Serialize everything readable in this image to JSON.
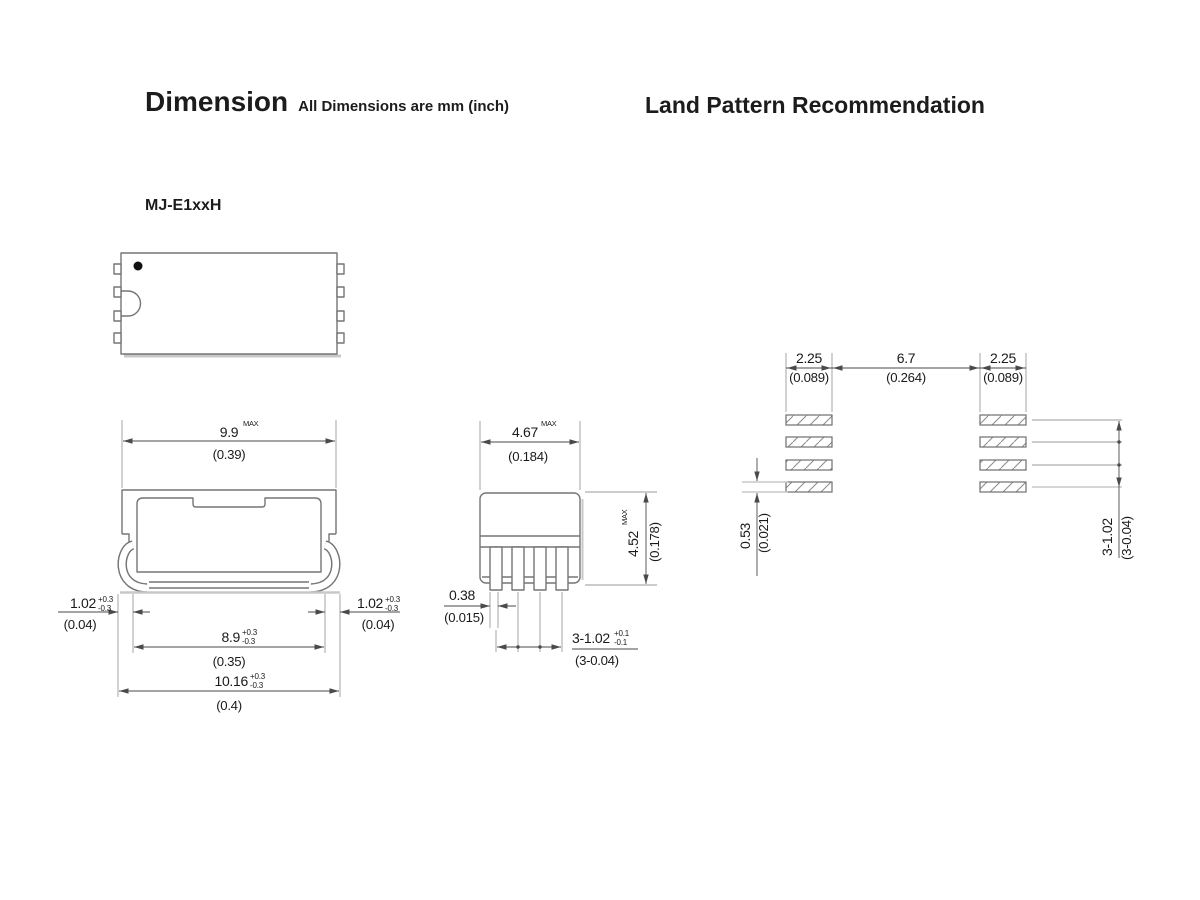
{
  "header": {
    "dimension_title": "Dimension",
    "dimension_subtitle": "All Dimensions are mm (inch)",
    "land_pattern_title": "Land Pattern Recommendation",
    "model": "MJ-E1xxH"
  },
  "colors": {
    "outline": "#757575",
    "dimension_line": "#4a4a4a",
    "extension_line": "#9a9a9a",
    "shadow": "#c8c8c8",
    "text": "#1a1a1a",
    "hatch": "#8a8a8a"
  },
  "front_view": {
    "body_width": {
      "mm": "9.9",
      "max": "MAX",
      "inch": "(0.39)"
    },
    "lead_width_left": {
      "mm": "1.02",
      "tol_plus": "+0.3",
      "tol_minus": "-0.3",
      "inch": "(0.04)"
    },
    "lead_width_right": {
      "mm": "1.02",
      "tol_plus": "+0.3",
      "tol_minus": "-0.3",
      "inch": "(0.04)"
    },
    "lead_span_inner": {
      "mm": "8.9",
      "tol_plus": "+0.3",
      "tol_minus": "-0.3",
      "inch": "(0.35)"
    },
    "lead_span_outer": {
      "mm": "10.16",
      "tol_plus": "+0.3",
      "tol_minus": "-0.3",
      "inch": "(0.4)"
    }
  },
  "side_view": {
    "body_depth": {
      "mm": "4.67",
      "max": "MAX",
      "inch": "(0.184)"
    },
    "body_height": {
      "mm": "4.52",
      "max": "MAX",
      "inch": "(0.178)"
    },
    "lead_thickness": {
      "mm": "0.38",
      "inch": "(0.015)"
    },
    "lead_pitch": {
      "mm": "3-1.02",
      "tol_plus": "+0.1",
      "tol_minus": "-0.1",
      "inch": "(3-0.04)"
    }
  },
  "land_pattern": {
    "pad_length_left": {
      "mm": "2.25",
      "inch": "(0.089)"
    },
    "pad_gap": {
      "mm": "6.7",
      "inch": "(0.264)"
    },
    "pad_length_right": {
      "mm": "2.25",
      "inch": "(0.089)"
    },
    "pad_width": {
      "mm": "0.53",
      "inch": "(0.021)"
    },
    "pad_pitch": {
      "mm": "3-1.02",
      "inch": "(3-0.04)"
    }
  }
}
